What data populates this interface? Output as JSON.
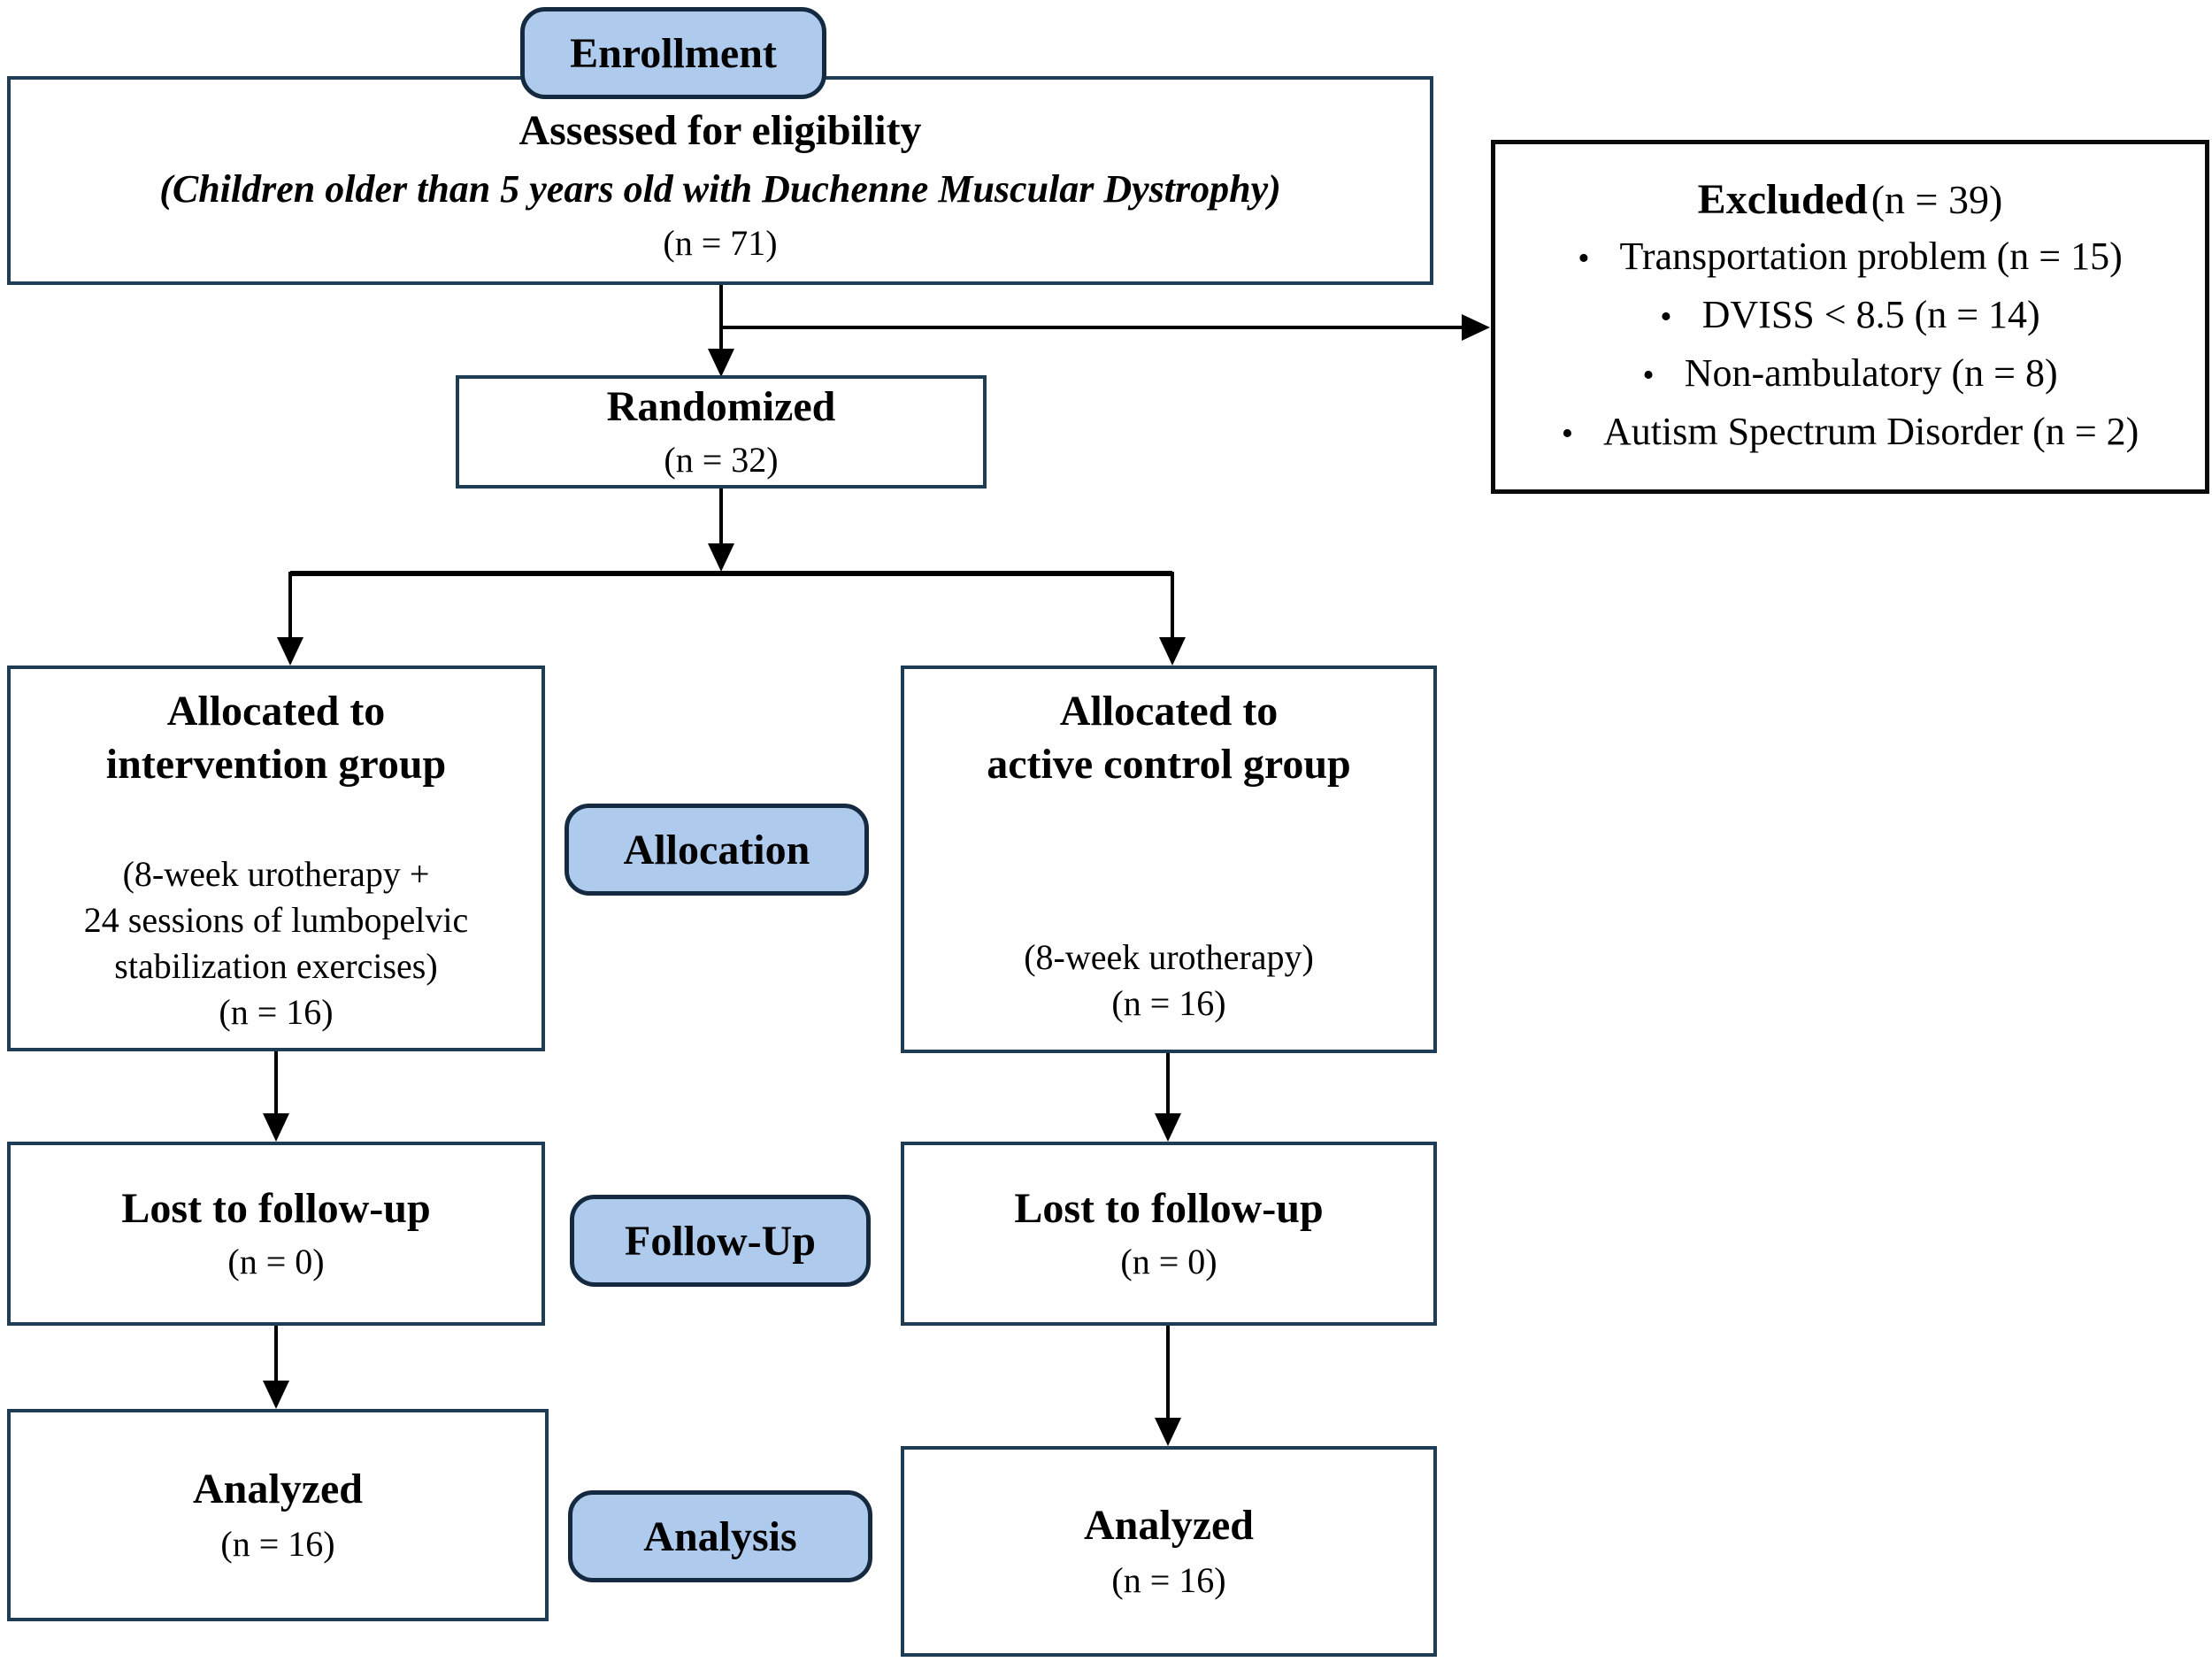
{
  "colors": {
    "background": "#ffffff",
    "badge_fill": "#aecbee",
    "badge_border": "#152a40",
    "box_border": "#1e3c54",
    "excluded_box_border": "#0a0a0a",
    "arrow": "#000000",
    "text": "#000000"
  },
  "icons": {
    "bullet": "•"
  },
  "badges": {
    "enrollment": "Enrollment",
    "allocation": "Allocation",
    "followup": "Follow-Up",
    "analysis": "Analysis"
  },
  "boxes": {
    "assessed": {
      "title": "Assessed for eligibility",
      "subtitle": "(Children older than 5 years old with Duchenne Muscular Dystrophy)",
      "n": "(n = 71)"
    },
    "excluded": {
      "title": "Excluded",
      "n": "(n = 39)",
      "reasons": [
        "Transportation problem (n = 15)",
        "DVISS < 8.5 (n = 14)",
        "Non-ambulatory (n = 8)",
        "Autism Spectrum Disorder (n = 2)"
      ]
    },
    "randomized": {
      "title": "Randomized",
      "n": "(n = 32)"
    },
    "intervention": {
      "title_line1": "Allocated to",
      "title_line2": "intervention group",
      "body_line1": "(8-week urotherapy +",
      "body_line2": "24 sessions of lumbopelvic",
      "body_line3": "stabilization exercises)",
      "n": "(n = 16)"
    },
    "control": {
      "title_line1": "Allocated to",
      "title_line2": "active control group",
      "body_line1": "(8-week urotherapy)",
      "n": "(n = 16)"
    },
    "lost_intervention": {
      "title": "Lost to follow-up",
      "n": "(n = 0)"
    },
    "lost_control": {
      "title": "Lost to follow-up",
      "n": "(n = 0)"
    },
    "analyzed_intervention": {
      "title": "Analyzed",
      "n": "(n = 16)"
    },
    "analyzed_control": {
      "title": "Analyzed",
      "n": "(n = 16)"
    }
  }
}
